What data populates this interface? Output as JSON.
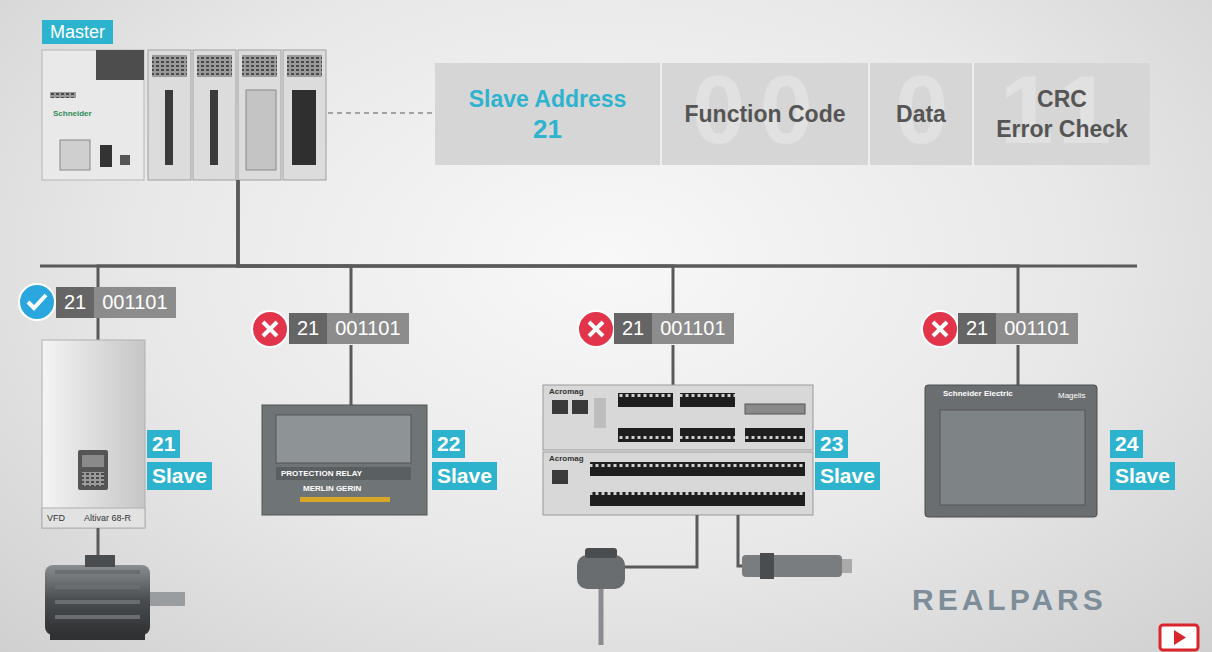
{
  "diagram": {
    "nodes": [
      {
        "text": [
          "Master"
        ]
      },
      {
        "text": [
          "Slave Address",
          "21"
        ]
      },
      {
        "text": [
          "Function Code"
        ]
      },
      {
        "text": [
          "Data"
        ]
      },
      {
        "text": [
          "CRC",
          "Error Check"
        ]
      },
      {
        "text": [
          "21",
          "001101"
        ]
      },
      {
        "text": [
          "21",
          "Slave"
        ]
      },
      {
        "text": [
          "21",
          "001101"
        ]
      },
      {
        "text": [
          "22",
          "Slave"
        ]
      },
      {
        "text": [
          "21",
          "001101"
        ]
      },
      {
        "text": [
          "23",
          "Slave"
        ]
      },
      {
        "text": [
          "21",
          "001101"
        ]
      },
      {
        "text": [
          "24",
          "Slave"
        ]
      }
    ],
    "edges": [
      {
        "from": 0,
        "to": 1,
        "arrow": "none"
      },
      {
        "from": 0,
        "to": 5,
        "arrow": "none"
      },
      {
        "from": 0,
        "to": 7,
        "arrow": "none"
      },
      {
        "from": 0,
        "to": 9,
        "arrow": "none"
      },
      {
        "from": 0,
        "to": 11,
        "arrow": "none"
      }
    ],
    "labels": [
      "00",
      "0",
      "11",
      "Schneider",
      "VFD",
      "Altivar 68-R",
      "PROTECTION RELAY",
      "MERLIN GERIN",
      "Acromag",
      "Acromag",
      "Schneider Electric",
      "Magelis",
      "REALPARS"
    ]
  }
}
